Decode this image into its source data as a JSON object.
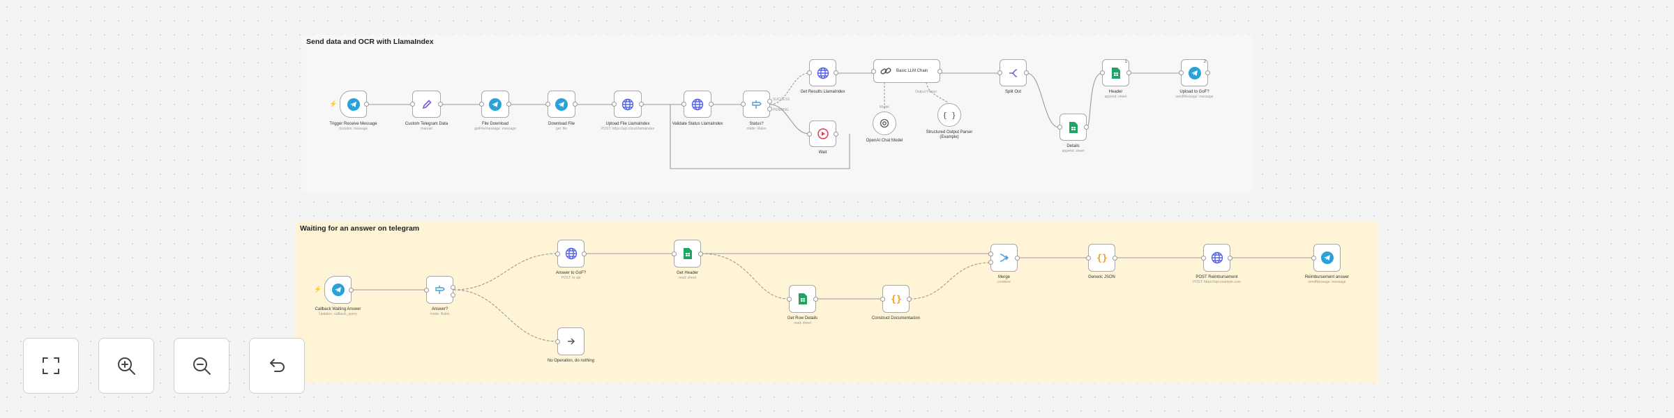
{
  "stickies": [
    {
      "title": "Send data and OCR with LlamaIndex",
      "color": "#f7f7f7"
    },
    {
      "title": "Waiting for an answer on telegram",
      "color": "#fff5d6"
    }
  ],
  "nodes": [
    {
      "id": "n1",
      "label": "Trigger Receive Message",
      "sub": "Updates: message",
      "icon": "telegram-icon"
    },
    {
      "id": "n2",
      "label": "Custom Telegram Data",
      "sub": "manual",
      "icon": "pencil-icon"
    },
    {
      "id": "n3",
      "label": "File Download",
      "sub": "getFile/message: message",
      "icon": "telegram-icon"
    },
    {
      "id": "n4",
      "label": "Download File",
      "sub": "get: file",
      "icon": "telegram-icon"
    },
    {
      "id": "n5",
      "label": "Upload File LlamaIndex",
      "sub": "POST: https://api.cloud.llamaindex",
      "icon": "globe-icon"
    },
    {
      "id": "n6",
      "label": "Validate Status LlamaIndex",
      "sub": "",
      "icon": "globe-icon"
    },
    {
      "id": "n7",
      "label": "Status?",
      "sub": "mode: Rules",
      "icon": "switch-icon"
    },
    {
      "id": "n8",
      "label": "Get Results LlamaIndex",
      "sub": "",
      "icon": "globe-icon"
    },
    {
      "id": "n9",
      "label": "Wait",
      "sub": "",
      "icon": "wait-icon"
    },
    {
      "id": "n10",
      "label": "Basic LLM Chain",
      "sub": "",
      "icon": "link-icon"
    },
    {
      "id": "n11",
      "label": "OpenAI Chat Model",
      "sub": "",
      "icon": "openai-icon"
    },
    {
      "id": "n12",
      "label": "Structured Output Parser (Example)",
      "sub": "",
      "icon": "braces-icon"
    },
    {
      "id": "n13",
      "label": "Split Out",
      "sub": "",
      "icon": "split-icon"
    },
    {
      "id": "n14",
      "label": "Details",
      "sub": "append: sheet",
      "icon": "sheets-icon"
    },
    {
      "id": "n15",
      "label": "Header",
      "sub": "append: sheet",
      "icon": "sheets-icon"
    },
    {
      "id": "n16",
      "label": "Upload to GoF?",
      "sub": "sendMessage: message",
      "icon": "telegram-icon"
    },
    {
      "id": "m1",
      "label": "Callback Waiting Answer",
      "sub": "Updates: callback_query",
      "icon": "telegram-icon"
    },
    {
      "id": "m2",
      "label": "Answer?",
      "sub": "mode: Rules",
      "icon": "switch-icon"
    },
    {
      "id": "m3",
      "label": "Answer to GoF?",
      "sub": "POST: to api",
      "icon": "globe-icon"
    },
    {
      "id": "m4",
      "label": "No Operation, do nothing",
      "sub": "",
      "icon": "arrow-right-icon"
    },
    {
      "id": "m5",
      "label": "Get Header",
      "sub": "read: sheet",
      "icon": "sheets-icon"
    },
    {
      "id": "m6",
      "label": "Get Row Details",
      "sub": "read: sheet",
      "icon": "sheets-icon"
    },
    {
      "id": "m7",
      "label": "Construct Documentacion",
      "sub": "",
      "icon": "braces-icon"
    },
    {
      "id": "m8",
      "label": "Merge",
      "sub": "combine",
      "icon": "merge-icon"
    },
    {
      "id": "m9",
      "label": "Generic JSON",
      "sub": "",
      "icon": "braces-icon"
    },
    {
      "id": "m10",
      "label": "POST Reimbursement",
      "sub": "POST: https://api.example.com",
      "icon": "globe-icon"
    },
    {
      "id": "m11",
      "label": "Reimbursement answer",
      "sub": "sendMessage: message",
      "icon": "telegram-icon"
    }
  ],
  "edge_labels": [
    "SUCCESS",
    "PENDING",
    "Model",
    "Output Parser"
  ],
  "badges": [
    "1",
    "2"
  ],
  "controls": [
    {
      "name": "fit-view-button",
      "icon": "fit-view-icon"
    },
    {
      "name": "zoom-in-button",
      "icon": "zoom-in-icon"
    },
    {
      "name": "zoom-out-button",
      "icon": "zoom-out-icon"
    },
    {
      "name": "reset-zoom-button",
      "icon": "undo-icon"
    }
  ],
  "colors": {
    "telegram": "#2aa1d8",
    "sheets": "#1fa463",
    "globe": "#5563e8",
    "switch": "#4b9ed8",
    "wait": "#e0404f",
    "openai": "#555555",
    "braces": "#f0a020",
    "edge": "#999999",
    "trigger": "#ff6d5a"
  }
}
